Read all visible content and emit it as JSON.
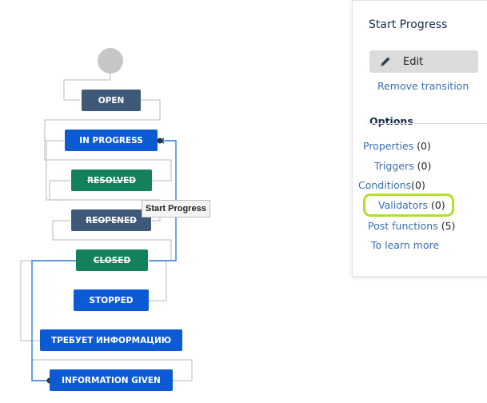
{
  "diagram": {
    "statuses": [
      {
        "key": "open",
        "label": "OPEN"
      },
      {
        "key": "in_progress",
        "label": "IN PROGRESS"
      },
      {
        "key": "resolved",
        "label": "RESOLVED"
      },
      {
        "key": "reopened",
        "label": "REOPENED"
      },
      {
        "key": "closed",
        "label": "CLOSED"
      },
      {
        "key": "stopped",
        "label": "STOPPED"
      },
      {
        "key": "needs_info",
        "label": "ТРЕБУЕТ ИНФОРМАЦИЮ"
      },
      {
        "key": "info_given",
        "label": "INFORMATION GIVEN"
      }
    ],
    "tooltip": "Start Progress",
    "colors": {
      "todo": "#3f5a78",
      "in_progress": "#0d5bd4",
      "done": "#13825a",
      "selected_transition": "#2f7fd6",
      "line": "#c8c8c8"
    }
  },
  "panel": {
    "title": "Start Progress",
    "edit_label": "Edit",
    "edit_icon": "pencil-icon",
    "remove_transition": "Remove transition",
    "options_title": "Options",
    "options": [
      {
        "label": "Properties",
        "count": "(0)"
      },
      {
        "label": "Triggers",
        "count": "(0)"
      },
      {
        "label": "Conditions",
        "count": "(0)"
      },
      {
        "label": "Validators",
        "count": "(0)"
      },
      {
        "label": "Post functions",
        "count": "(5)"
      },
      {
        "label": "To learn more",
        "count": ""
      }
    ],
    "highlight_color": "#b0e02a"
  }
}
